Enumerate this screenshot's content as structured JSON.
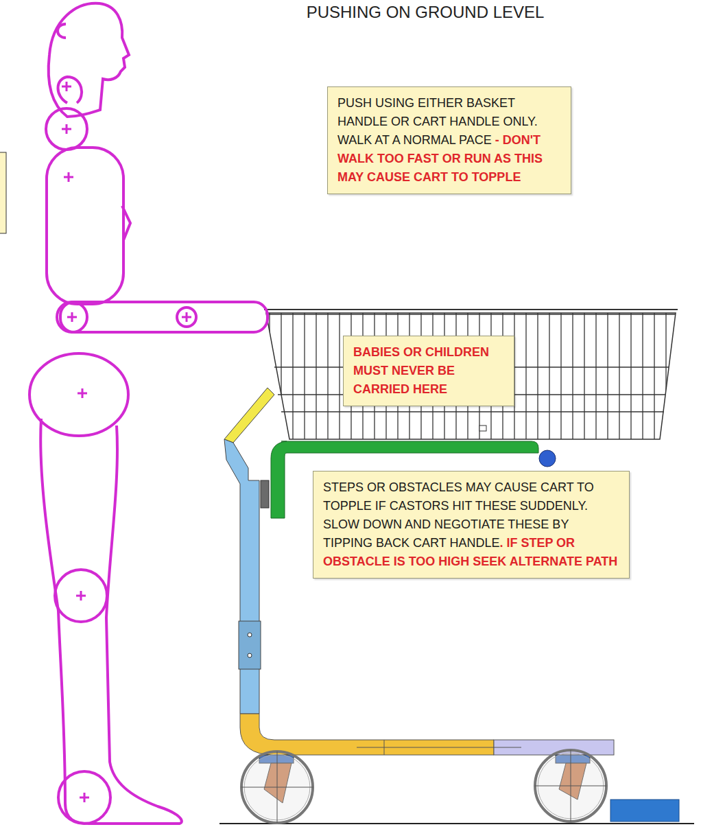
{
  "diagram": {
    "title": "PUSHING ON GROUND LEVEL",
    "nodes": [
      {
        "text": [
          "PUSH USING EITHER BASKET HANDLE OR CART HANDLE ONLY. WALK AT A NORMAL PACE",
          "- DON'T WALK TOO FAST OR RUN AS THIS MAY CAUSE CART TO TOPPLE"
        ]
      },
      {
        "text": [
          "BABIES OR CHILDREN MUST NEVER BE CARRIED HERE"
        ]
      },
      {
        "text": [
          "STEPS OR OBSTACLES MAY CAUSE CART TO TOPPLE IF CASTORS HIT THESE SUDDENLY. SLOW DOWN AND NEGOTIATE THESE BY TIPPING BACK CART HANDLE",
          ". IF STEP OR OBSTACLE IS TOO HIGH SEEK ALTERNATE PATH"
        ]
      }
    ]
  }
}
